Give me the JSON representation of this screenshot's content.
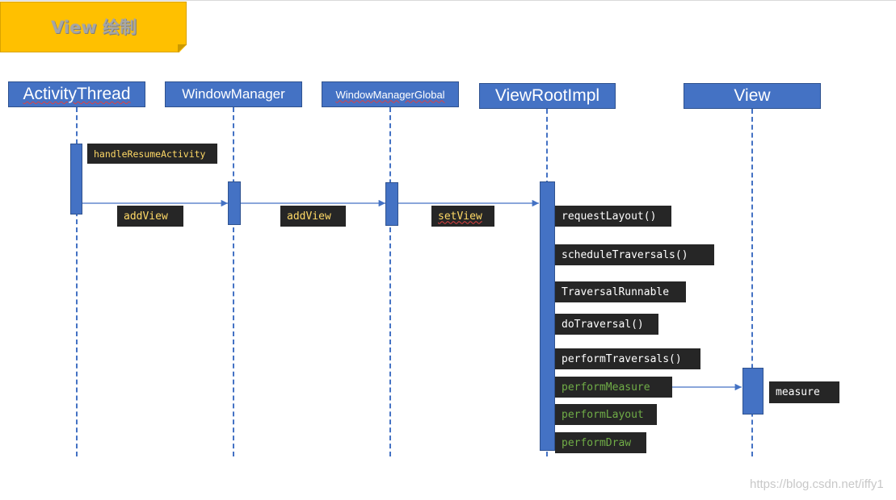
{
  "banner": {
    "title": "View 绘制"
  },
  "actors": [
    {
      "id": "activity-thread",
      "label": "ActivityThread"
    },
    {
      "id": "window-manager",
      "label": "WindowManager"
    },
    {
      "id": "window-manager-global",
      "label": "WindowManagerGlobal"
    },
    {
      "id": "view-root-impl",
      "label": "ViewRootImpl"
    },
    {
      "id": "view",
      "label": "View"
    }
  ],
  "messages": {
    "handle_resume": "handleResumeActivity",
    "add_view_1": "addView",
    "add_view_2": "addView",
    "set_view": "setView",
    "request_layout": "requestLayout()",
    "schedule_traversals": "scheduleTraversals()",
    "traversal_runnable": "TraversalRunnable",
    "do_traversal": "doTraversal()",
    "perform_traversals": "performTraversals()",
    "perform_measure": "performMeasure",
    "perform_layout": "performLayout",
    "perform_draw": "performDraw",
    "measure": "measure"
  },
  "watermark": "https://blog.csdn.net/iffy1",
  "colors": {
    "banner": "#ffc000",
    "actor": "#4472c4",
    "label_bg": "#262626",
    "label_yellow": "#ffd966",
    "label_green": "#70ad47"
  }
}
